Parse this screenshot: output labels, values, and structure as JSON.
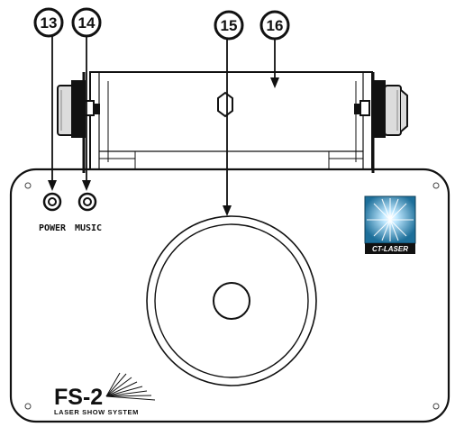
{
  "callouts": [
    {
      "label": "13"
    },
    {
      "label": "14"
    },
    {
      "label": "15"
    },
    {
      "label": "16"
    }
  ],
  "labels": {
    "power": "POWER",
    "music": "MUSIC"
  },
  "logo": {
    "text": "CT-LASER"
  },
  "branding": {
    "model": "FS-2",
    "tagline": "LASER SHOW SYSTEM"
  },
  "colors": {
    "line": "#111111",
    "logo_bg": "#1d6f9a",
    "logo_glow": "#bfe8ff"
  }
}
